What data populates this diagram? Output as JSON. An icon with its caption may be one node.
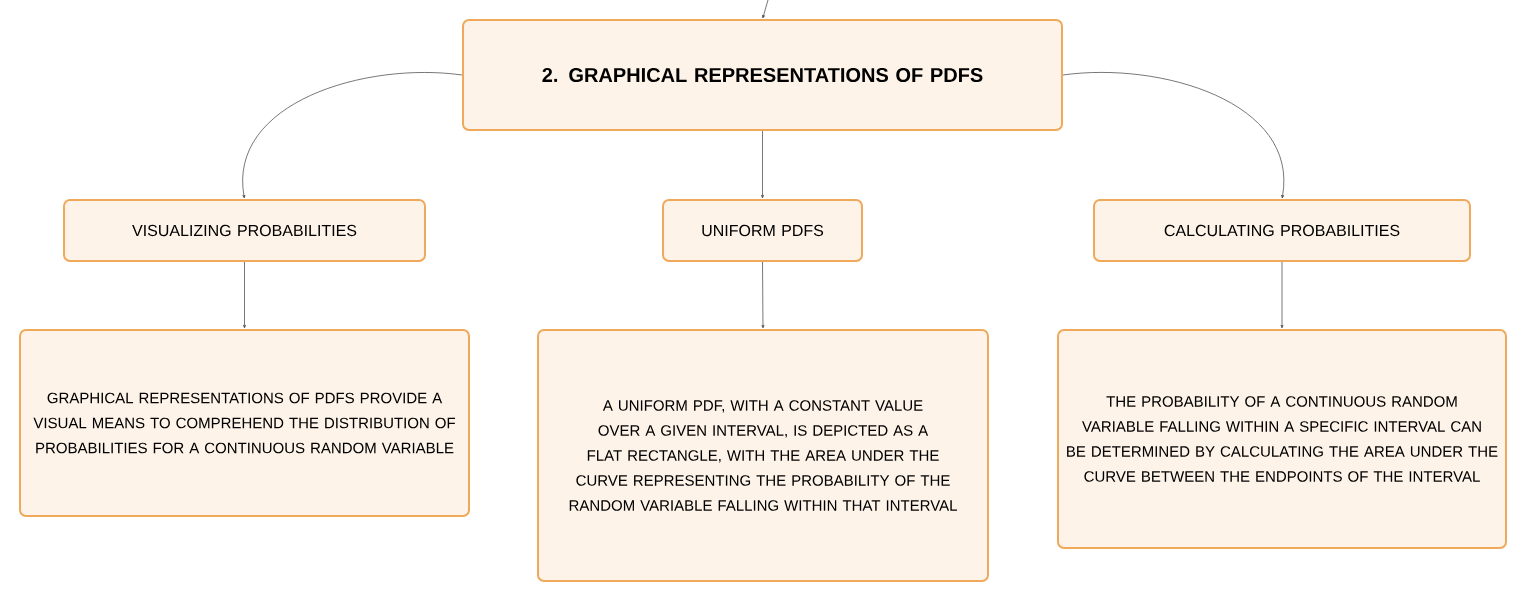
{
  "diagram": {
    "nodes": [
      {
        "text": [
          "2. GRAPHICAL REPRESENTATIONS OF PDFS"
        ]
      },
      {
        "text": [
          "VISUALIZING PROBABILITIES"
        ]
      },
      {
        "text": [
          "UNIFORM PDFS"
        ]
      },
      {
        "text": [
          "CALCULATING PROBABILITIES"
        ]
      },
      {
        "text": [
          "GRAPHICAL REPRESENTATIONS OF PDFS PROVIDE A VISUAL MEANS TO COMPREHEND THE DISTRIBUTION OF PROBABILITIES FOR A CONTINUOUS RANDOM VARIABLE"
        ]
      },
      {
        "text": [
          "A UNIFORM PDF, WITH A CONSTANT VALUE OVER A GIVEN INTERVAL, IS DEPICTED AS A FLAT RECTANGLE, WITH THE AREA UNDER THE CURVE REPRESENTING THE PROBABILITY OF THE RANDOM VARIABLE FALLING WITHIN THAT INTERVAL"
        ]
      },
      {
        "text": [
          "THE PROBABILITY OF A CONTINUOUS RANDOM VARIABLE FALLING WITHIN A SPECIFIC INTERVAL CAN BE DETERMINED BY CALCULATING THE AREA UNDER THE CURVE BETWEEN THE ENDPOINTS OF THE INTERVAL"
        ]
      }
    ],
    "edges": [
      {
        "from": null,
        "to": 0,
        "arrow": "to"
      },
      {
        "from": 0,
        "to": 1,
        "arrow": "to"
      },
      {
        "from": 0,
        "to": 2,
        "arrow": "to"
      },
      {
        "from": 0,
        "to": 3,
        "arrow": "to"
      },
      {
        "from": 1,
        "to": 4,
        "arrow": "to"
      },
      {
        "from": 2,
        "to": 5,
        "arrow": "to"
      },
      {
        "from": 3,
        "to": 6,
        "arrow": "to"
      }
    ]
  }
}
